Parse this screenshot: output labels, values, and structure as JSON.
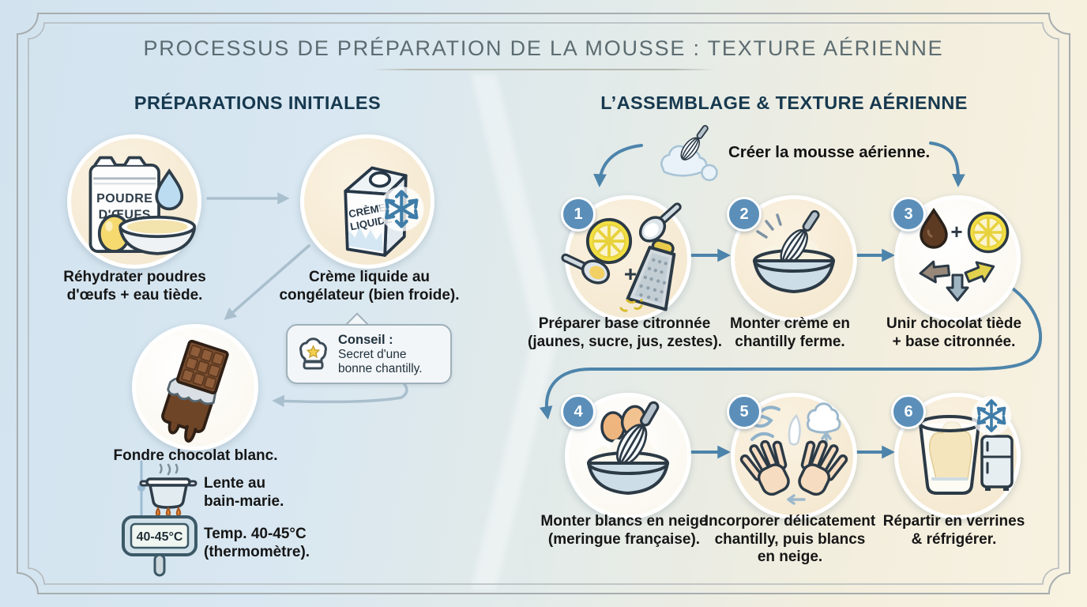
{
  "title": {
    "text": "PROCESSUS DE PRÉPARATION DE LA MOUSSE : TEXTURE AÉRIENNE"
  },
  "left": {
    "heading": "PRÉPARATIONS INITIALES",
    "powder": {
      "pouch_line1": "POUDRE",
      "pouch_line2": "D'ŒUFS",
      "caption_line1": "Réhydrater poudres",
      "caption_line2": "d'œufs + eau tiède."
    },
    "cream": {
      "carton_line1": "CRÈME",
      "carton_line2": "LIQUIDE",
      "caption_line1": "Crème liquide au",
      "caption_line2": "congélateur (bien froide)."
    },
    "chocolate": {
      "caption": "Fondre chocolat blanc."
    },
    "tip": {
      "title": "Conseil :",
      "line1": "Secret d'une",
      "line2": "bonne chantilly."
    },
    "substeps": [
      {
        "line1": "Lente au",
        "line2": "bain-marie."
      },
      {
        "line1": "Temp. 40-45°C",
        "line2": "(thermomètre).",
        "display": "40-45°C"
      }
    ]
  },
  "right": {
    "heading": "L’ASSEMBLAGE & TEXTURE AÉRIENNE",
    "intro": "Créer la mousse aérienne.",
    "plus": "+",
    "steps": [
      {
        "num": "1",
        "icon": "lemon-sugar-grater-icon",
        "line1": "Préparer base citronnée",
        "line2": "(jaunes, sucre, jus, zestes)."
      },
      {
        "num": "2",
        "icon": "whisk-bowl-icon",
        "line1": "Monter crème en",
        "line2": "chantilly ferme."
      },
      {
        "num": "3",
        "icon": "chocolate-lemon-merge-icon",
        "line1": "Unir chocolat tiède",
        "line2": "+ base citronnée."
      },
      {
        "num": "4",
        "icon": "eggs-whisk-bowl-icon",
        "line1": "Monter blancs en neige",
        "line2": "(meringue française)."
      },
      {
        "num": "5",
        "icon": "folding-hands-icon",
        "line1": "Incorporer délicatement",
        "line2": "chantilly, puis blancs",
        "line3": "en neige."
      },
      {
        "num": "6",
        "icon": "verrine-fridge-icon",
        "line1": "Répartir en verrines",
        "line2": "& réfrigérer."
      }
    ]
  },
  "colors": {
    "accent_blue": "#4d84ab",
    "badge_blue": "#5b8fb9",
    "light_arrow": "#aabfcd",
    "circle_beige": "#f6ecd8",
    "heading_navy": "#17394f",
    "title_gray": "#5b6b70",
    "snowflake_blue": "#3f7da8"
  }
}
